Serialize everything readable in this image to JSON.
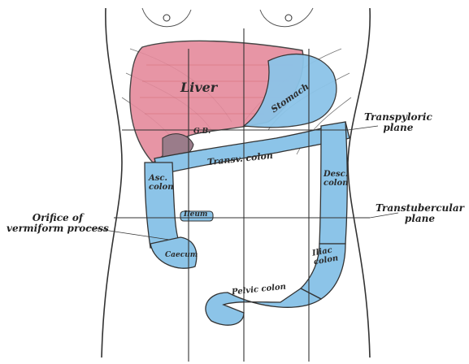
{
  "labels": {
    "liver": "Liver",
    "stomach": "Stomach",
    "transverse_colon": "Transv. colon",
    "asc_colon_line1": "Asc.",
    "asc_colon_line2": "colon",
    "desc_colon_line1": "Desc.",
    "desc_colon_line2": "colon",
    "ileum": "Ileum",
    "caecum": "Caecum",
    "iliac_colon_line1": "Iliac",
    "iliac_colon_line2": "colon",
    "pelvic_colon": "Pelvic colon",
    "gall_bladder": "G.B.",
    "pyloric_plane_line1": "Transpyloric",
    "pyloric_plane_line2": "plane",
    "intertubercular_plane_line1": "Transtubercular",
    "intertubercular_plane_line2": "plane",
    "appendix_line1": "Orifice of",
    "appendix_line2": "vermiform process"
  },
  "colors": {
    "liver": "#e58a9c",
    "colon": "#8cc4e8",
    "outline": "#333333",
    "gall": "#9a7c8a"
  }
}
